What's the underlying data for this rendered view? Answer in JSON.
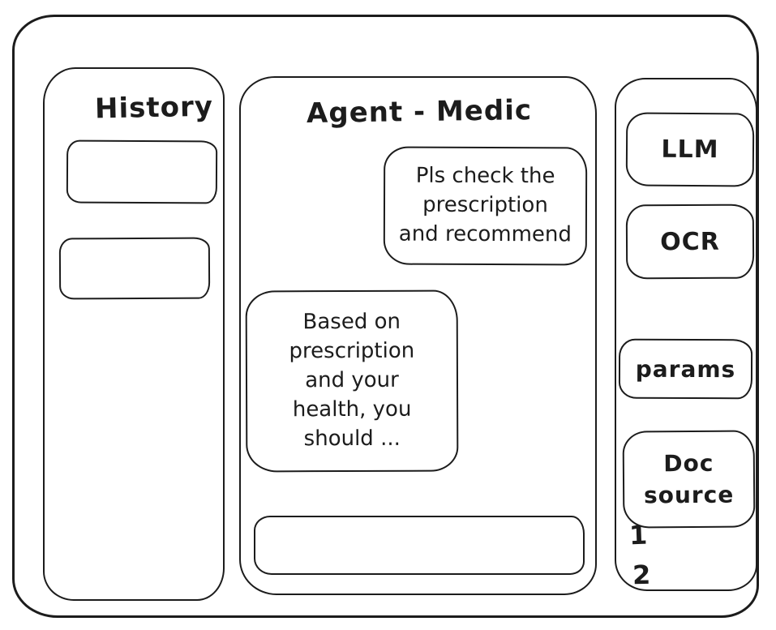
{
  "colors": {
    "stroke": "#1c1c1c",
    "background": "#ffffff"
  },
  "history_panel": {
    "title": "History",
    "items": [
      "",
      ""
    ]
  },
  "chat_panel": {
    "title": "Agent - Medic",
    "messages": [
      {
        "role": "user",
        "text": "Pls check the\nprescription\nand recommend"
      },
      {
        "role": "assistant",
        "text": "Based on\nprescription\nand your\nhealth, you\nshould ..."
      }
    ],
    "input": {
      "value": "",
      "placeholder": ""
    }
  },
  "tools_panel": {
    "buttons": [
      {
        "id": "llm",
        "label": "LLM"
      },
      {
        "id": "ocr",
        "label": "OCR"
      },
      {
        "id": "params",
        "label": "params"
      },
      {
        "id": "doc-source",
        "label": "Doc source"
      }
    ],
    "doc_items": [
      "1",
      "2"
    ]
  }
}
